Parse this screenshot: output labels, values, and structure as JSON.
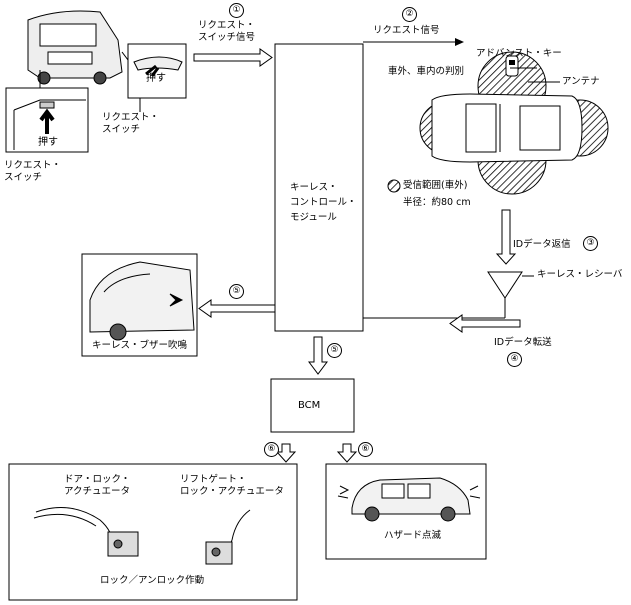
{
  "left_panel": {
    "push_label_1": "押す",
    "push_label_2": "押す",
    "switch_label_1": "リクエスト・\nスイッチ",
    "switch_label_2": "リクエスト・\nスイッチ"
  },
  "signal_1": {
    "num": "①",
    "label": "リクエスト・\nスイッチ信号"
  },
  "signal_2": {
    "num": "②",
    "label": "リクエスト信号"
  },
  "module": {
    "label": "キーレス・\nコントロール・\nモジュール"
  },
  "right_panel": {
    "judge": "車外、車内の判別",
    "advanced_key": "アドバンスト・キー",
    "antenna": "アンテナ",
    "range_label": "受信範囲(車外)",
    "radius": "半径：約80 cm"
  },
  "signal_3": {
    "num": "③",
    "label": "IDデータ返信"
  },
  "receiver": {
    "label": "キーレス・レシーバ"
  },
  "signal_4": {
    "num": "④",
    "label": "IDデータ転送"
  },
  "buzzer": {
    "num": "⑤",
    "label": "キーレス・ブザー吹鳴"
  },
  "bcm_link": {
    "num": "⑤"
  },
  "bcm": {
    "label": "BCM"
  },
  "lock_panel": {
    "num": "⑥",
    "door_actuator": "ドア・ロック・\nアクチュエータ",
    "liftgate_actuator": "リフトゲート・\nロック・アクチュエータ",
    "caption": "ロック／アンロック作動"
  },
  "hazard_panel": {
    "num": "⑥",
    "label": "ハザード点滅"
  },
  "colors": {
    "line": "#000000",
    "hatch": "#000000",
    "background": "#ffffff"
  }
}
